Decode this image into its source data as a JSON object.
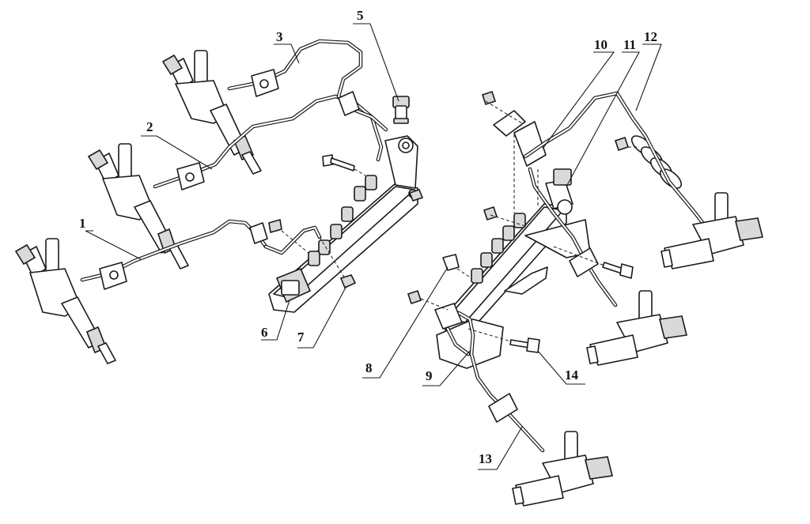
{
  "callouts": [
    {
      "id": "1",
      "label": "1"
    },
    {
      "id": "2",
      "label": "2"
    },
    {
      "id": "3",
      "label": "3"
    },
    {
      "id": "5",
      "label": "5"
    },
    {
      "id": "6",
      "label": "6"
    },
    {
      "id": "7",
      "label": "7"
    },
    {
      "id": "8",
      "label": "8"
    },
    {
      "id": "9",
      "label": "9"
    },
    {
      "id": "10",
      "label": "10"
    },
    {
      "id": "11",
      "label": "11"
    },
    {
      "id": "12",
      "label": "12"
    },
    {
      "id": "13",
      "label": "13"
    },
    {
      "id": "14",
      "label": "14"
    }
  ]
}
